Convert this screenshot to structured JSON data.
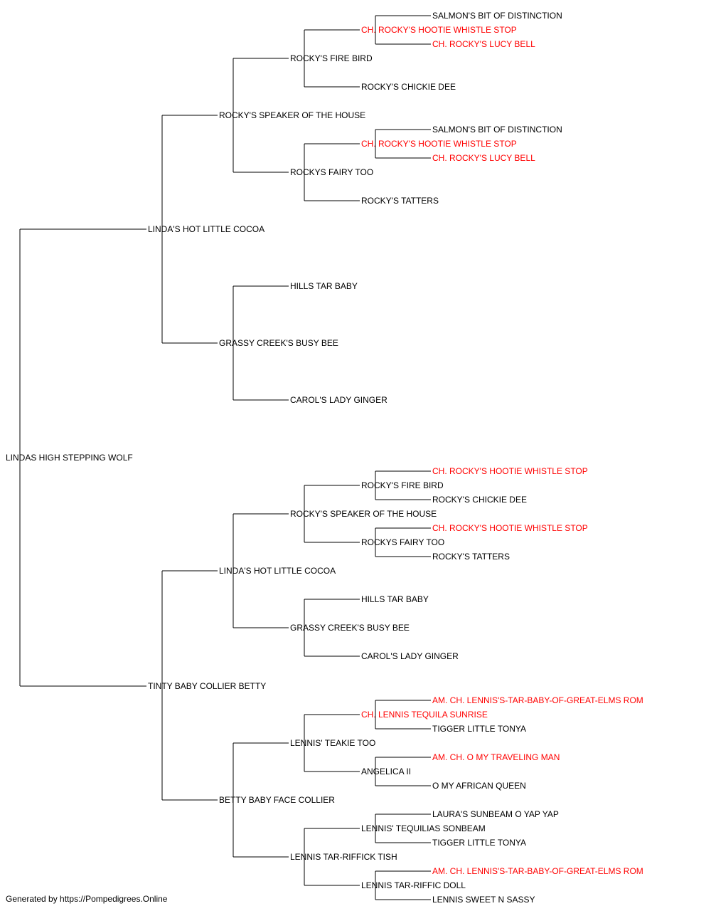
{
  "colors": {
    "line": "#000000",
    "text": "#000000",
    "champion": "#ff0000"
  },
  "footer": "Generated by https://Pompedigrees.Online",
  "pedigree": {
    "name": "LINDAS HIGH STEPPING WOLF",
    "champion": false,
    "sire": {
      "name": "LINDA'S HOT LITTLE COCOA",
      "champion": false,
      "sire": {
        "name": "ROCKY'S SPEAKER OF THE HOUSE",
        "champion": false,
        "sire": {
          "name": "ROCKY'S FIRE BIRD",
          "champion": false,
          "sire": {
            "name": "CH. ROCKY'S HOOTIE WHISTLE STOP",
            "champion": true,
            "sire": {
              "name": "SALMON'S BIT OF DISTINCTION",
              "champion": false
            },
            "dam": {
              "name": "CH. ROCKY'S LUCY BELL",
              "champion": true
            }
          },
          "dam": {
            "name": "ROCKY'S CHICKIE DEE",
            "champion": false
          }
        },
        "dam": {
          "name": "ROCKYS FAIRY TOO",
          "champion": false,
          "sire": {
            "name": "CH. ROCKY'S HOOTIE WHISTLE STOP",
            "champion": true,
            "sire": {
              "name": "SALMON'S BIT OF DISTINCTION",
              "champion": false
            },
            "dam": {
              "name": "CH. ROCKY'S LUCY BELL",
              "champion": true
            }
          },
          "dam": {
            "name": "ROCKY'S TATTERS",
            "champion": false
          }
        }
      },
      "dam": {
        "name": "GRASSY CREEK'S BUSY BEE",
        "champion": false,
        "sire": {
          "name": "HILLS TAR BABY",
          "champion": false
        },
        "dam": {
          "name": "CAROL'S LADY GINGER",
          "champion": false
        }
      }
    },
    "dam": {
      "name": "TINTY BABY COLLIER BETTY",
      "champion": false,
      "sire": {
        "name": "LINDA'S HOT LITTLE COCOA",
        "champion": false,
        "sire": {
          "name": "ROCKY'S SPEAKER OF THE HOUSE",
          "champion": false,
          "sire": {
            "name": "ROCKY'S FIRE BIRD",
            "champion": false,
            "sire": {
              "name": "CH. ROCKY'S HOOTIE WHISTLE STOP",
              "champion": true
            },
            "dam": {
              "name": "ROCKY'S CHICKIE DEE",
              "champion": false
            }
          },
          "dam": {
            "name": "ROCKYS FAIRY TOO",
            "champion": false,
            "sire": {
              "name": "CH. ROCKY'S HOOTIE WHISTLE STOP",
              "champion": true
            },
            "dam": {
              "name": "ROCKY'S TATTERS",
              "champion": false
            }
          }
        },
        "dam": {
          "name": "GRASSY CREEK'S BUSY BEE",
          "champion": false,
          "sire": {
            "name": "HILLS TAR BABY",
            "champion": false
          },
          "dam": {
            "name": "CAROL'S LADY GINGER",
            "champion": false
          }
        }
      },
      "dam": {
        "name": "BETTY BABY FACE COLLIER",
        "champion": false,
        "sire": {
          "name": "LENNIS' TEAKIE TOO",
          "champion": false,
          "sire": {
            "name": "CH. LENNIS TEQUILA SUNRISE",
            "champion": true,
            "sire": {
              "name": "AM. CH. LENNIS'S-TAR-BABY-OF-GREAT-ELMS ROM",
              "champion": true
            },
            "dam": {
              "name": "TIGGER LITTLE TONYA",
              "champion": false
            }
          },
          "dam": {
            "name": "ANGELICA II",
            "champion": false,
            "sire": {
              "name": "AM. CH. O MY TRAVELING MAN",
              "champion": true
            },
            "dam": {
              "name": "O MY AFRICAN QUEEN",
              "champion": false
            }
          }
        },
        "dam": {
          "name": "LENNIS TAR-RIFFICK TISH",
          "champion": false,
          "sire": {
            "name": "LENNIS' TEQUILIAS SONBEAM",
            "champion": false,
            "sire": {
              "name": "LAURA'S SUNBEAM O YAP YAP",
              "champion": false
            },
            "dam": {
              "name": "TIGGER LITTLE TONYA",
              "champion": false
            }
          },
          "dam": {
            "name": "LENNIS TAR-RIFFIC DOLL",
            "champion": false,
            "sire": {
              "name": "AM. CH. LENNIS'S-TAR-BABY-OF-GREAT-ELMS ROM",
              "champion": true
            },
            "dam": {
              "name": "LENNIS SWEET N SASSY",
              "champion": false
            }
          }
        }
      }
    }
  }
}
